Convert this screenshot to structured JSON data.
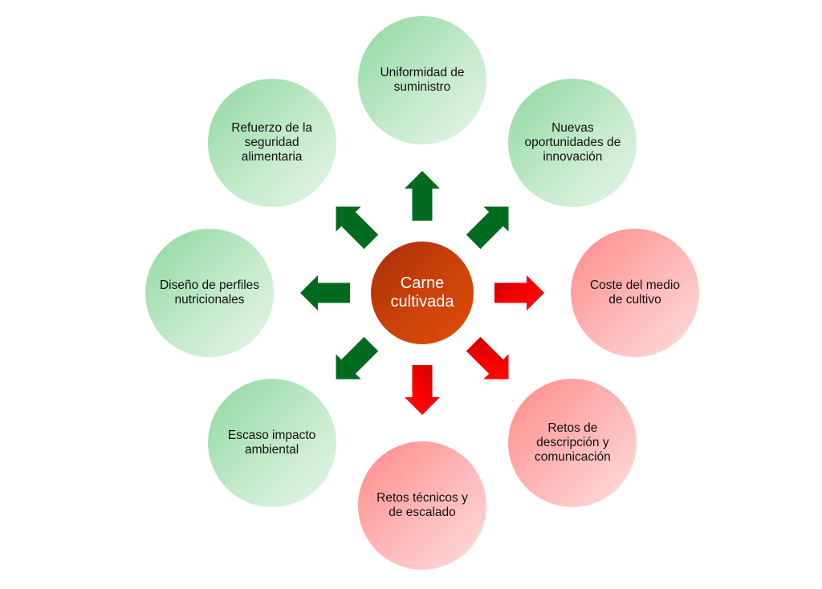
{
  "center": {
    "label": "Carne cultivada",
    "color": "#c4400a"
  },
  "colors": {
    "pro_arrow": "#006b1e",
    "con_arrow": "#ff0000"
  },
  "nodes": [
    {
      "label": "Uniformidad de suministro",
      "type": "pro",
      "direction": "up"
    },
    {
      "label": "Nuevas oportunidades de innovación",
      "type": "pro",
      "direction": "up-right"
    },
    {
      "label": "Coste del medio de cultivo",
      "type": "con",
      "direction": "right"
    },
    {
      "label": "Retos de descripción y comunicación",
      "type": "con",
      "direction": "down-right"
    },
    {
      "label": "Retos técnicos y de escalado",
      "type": "con",
      "direction": "down"
    },
    {
      "label": "Escaso impacto ambiental",
      "type": "pro",
      "direction": "down-left"
    },
    {
      "label": "Diseño de perfiles nutricionales",
      "type": "pro",
      "direction": "left"
    },
    {
      "label": "Refuerzo de la seguridad alimentaria",
      "type": "pro",
      "direction": "up-left"
    }
  ]
}
